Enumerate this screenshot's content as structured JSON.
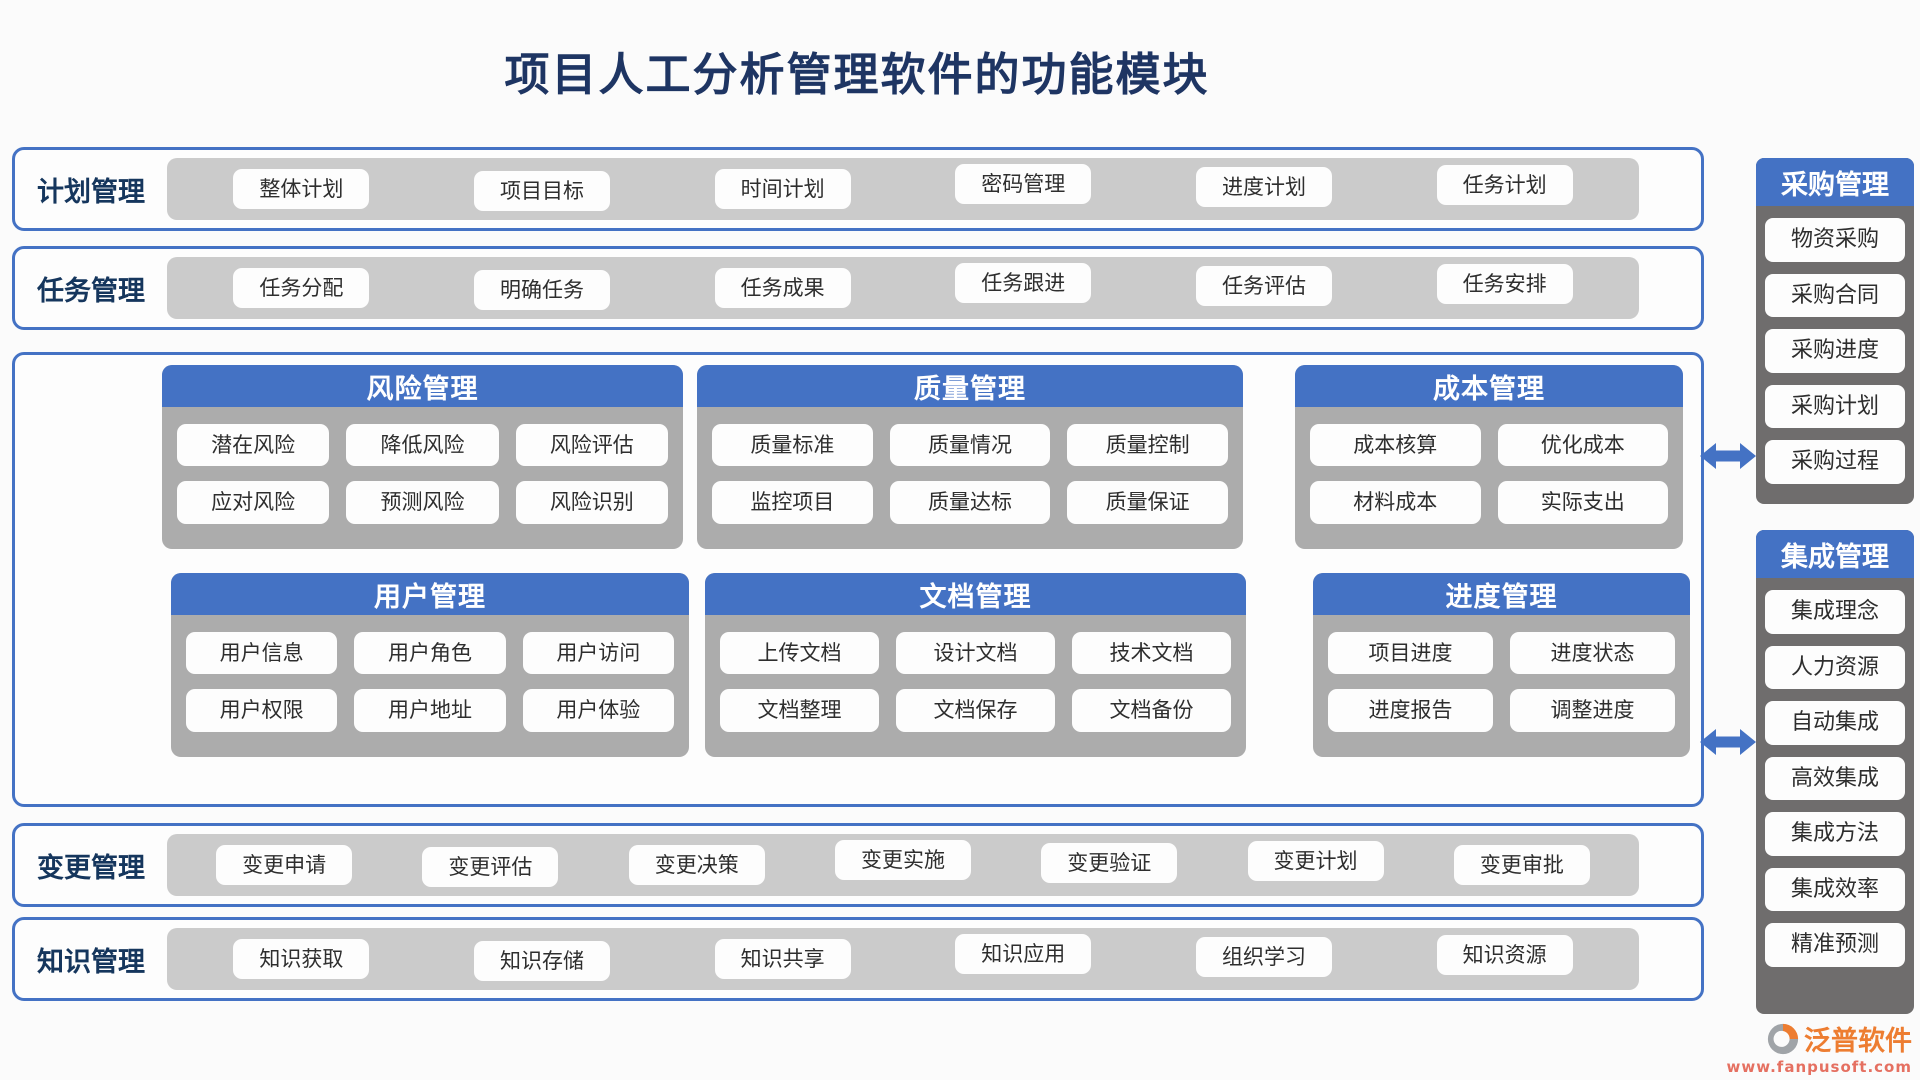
{
  "title": "项目人工分析管理软件的功能模块",
  "colors": {
    "accent_blue": "#4472C4",
    "title_navy": "#1E3563",
    "band_gray": "#CBCBCB",
    "module_gray": "#ACACAC",
    "sidebar_gray": "#6F6D6D",
    "logo_orange": "#ED7D31",
    "logo_url_red": "#E57061"
  },
  "bands": [
    {
      "label": "计划管理",
      "items": [
        "整体计划",
        "项目目标",
        "时间计划",
        "密码管理",
        "进度计划",
        "任务计划"
      ]
    },
    {
      "label": "任务管理",
      "items": [
        "任务分配",
        "明确任务",
        "任务成果",
        "任务跟进",
        "任务评估",
        "任务安排"
      ]
    },
    {
      "label": "变更管理",
      "items": [
        "变更申请",
        "变更评估",
        "变更决策",
        "变更实施",
        "变更验证",
        "变更计划",
        "变更审批"
      ]
    },
    {
      "label": "知识管理",
      "items": [
        "知识获取",
        "知识存储",
        "知识共享",
        "知识应用",
        "组织学习",
        "知识资源"
      ]
    }
  ],
  "modules": [
    {
      "title": "风险管理",
      "items": [
        "潜在风险",
        "降低风险",
        "风险评估",
        "应对风险",
        "预测风险",
        "风险识别"
      ]
    },
    {
      "title": "质量管理",
      "items": [
        "质量标准",
        "质量情况",
        "质量控制",
        "监控项目",
        "质量达标",
        "质量保证"
      ]
    },
    {
      "title": "成本管理",
      "items": [
        "成本核算",
        "优化成本",
        "材料成本",
        "实际支出"
      ]
    },
    {
      "title": "用户管理",
      "items": [
        "用户信息",
        "用户角色",
        "用户访问",
        "用户权限",
        "用户地址",
        "用户体验"
      ]
    },
    {
      "title": "文档管理",
      "items": [
        "上传文档",
        "设计文档",
        "技术文档",
        "文档整理",
        "文档保存",
        "文档备份"
      ]
    },
    {
      "title": "进度管理",
      "items": [
        "项目进度",
        "进度状态",
        "进度报告",
        "调整进度"
      ]
    }
  ],
  "sidebars": [
    {
      "title": "采购管理",
      "items": [
        "物资采购",
        "采购合同",
        "采购进度",
        "采购计划",
        "采购过程"
      ]
    },
    {
      "title": "集成管理",
      "items": [
        "集成理念",
        "人力资源",
        "自动集成",
        "高效集成",
        "集成方法",
        "集成效率",
        "精准预测"
      ]
    }
  ],
  "logo": {
    "name": "泛普软件",
    "url": "www.fanpusoft.com"
  }
}
